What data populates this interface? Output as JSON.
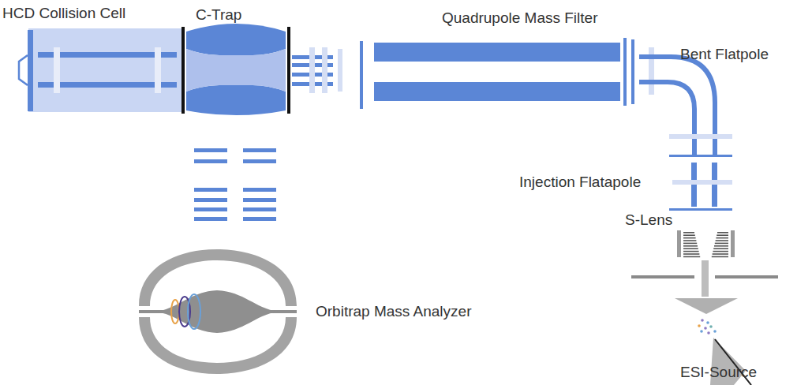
{
  "diagram": {
    "labels": [
      "HCD Collision Cell",
      "C-Trap",
      "Quadrupole Mass Filter",
      "Bent Flatpole",
      "Injection Flatapole",
      "S-Lens",
      "Orbitrap Mass Analyzer",
      "ESI-Source"
    ]
  }
}
